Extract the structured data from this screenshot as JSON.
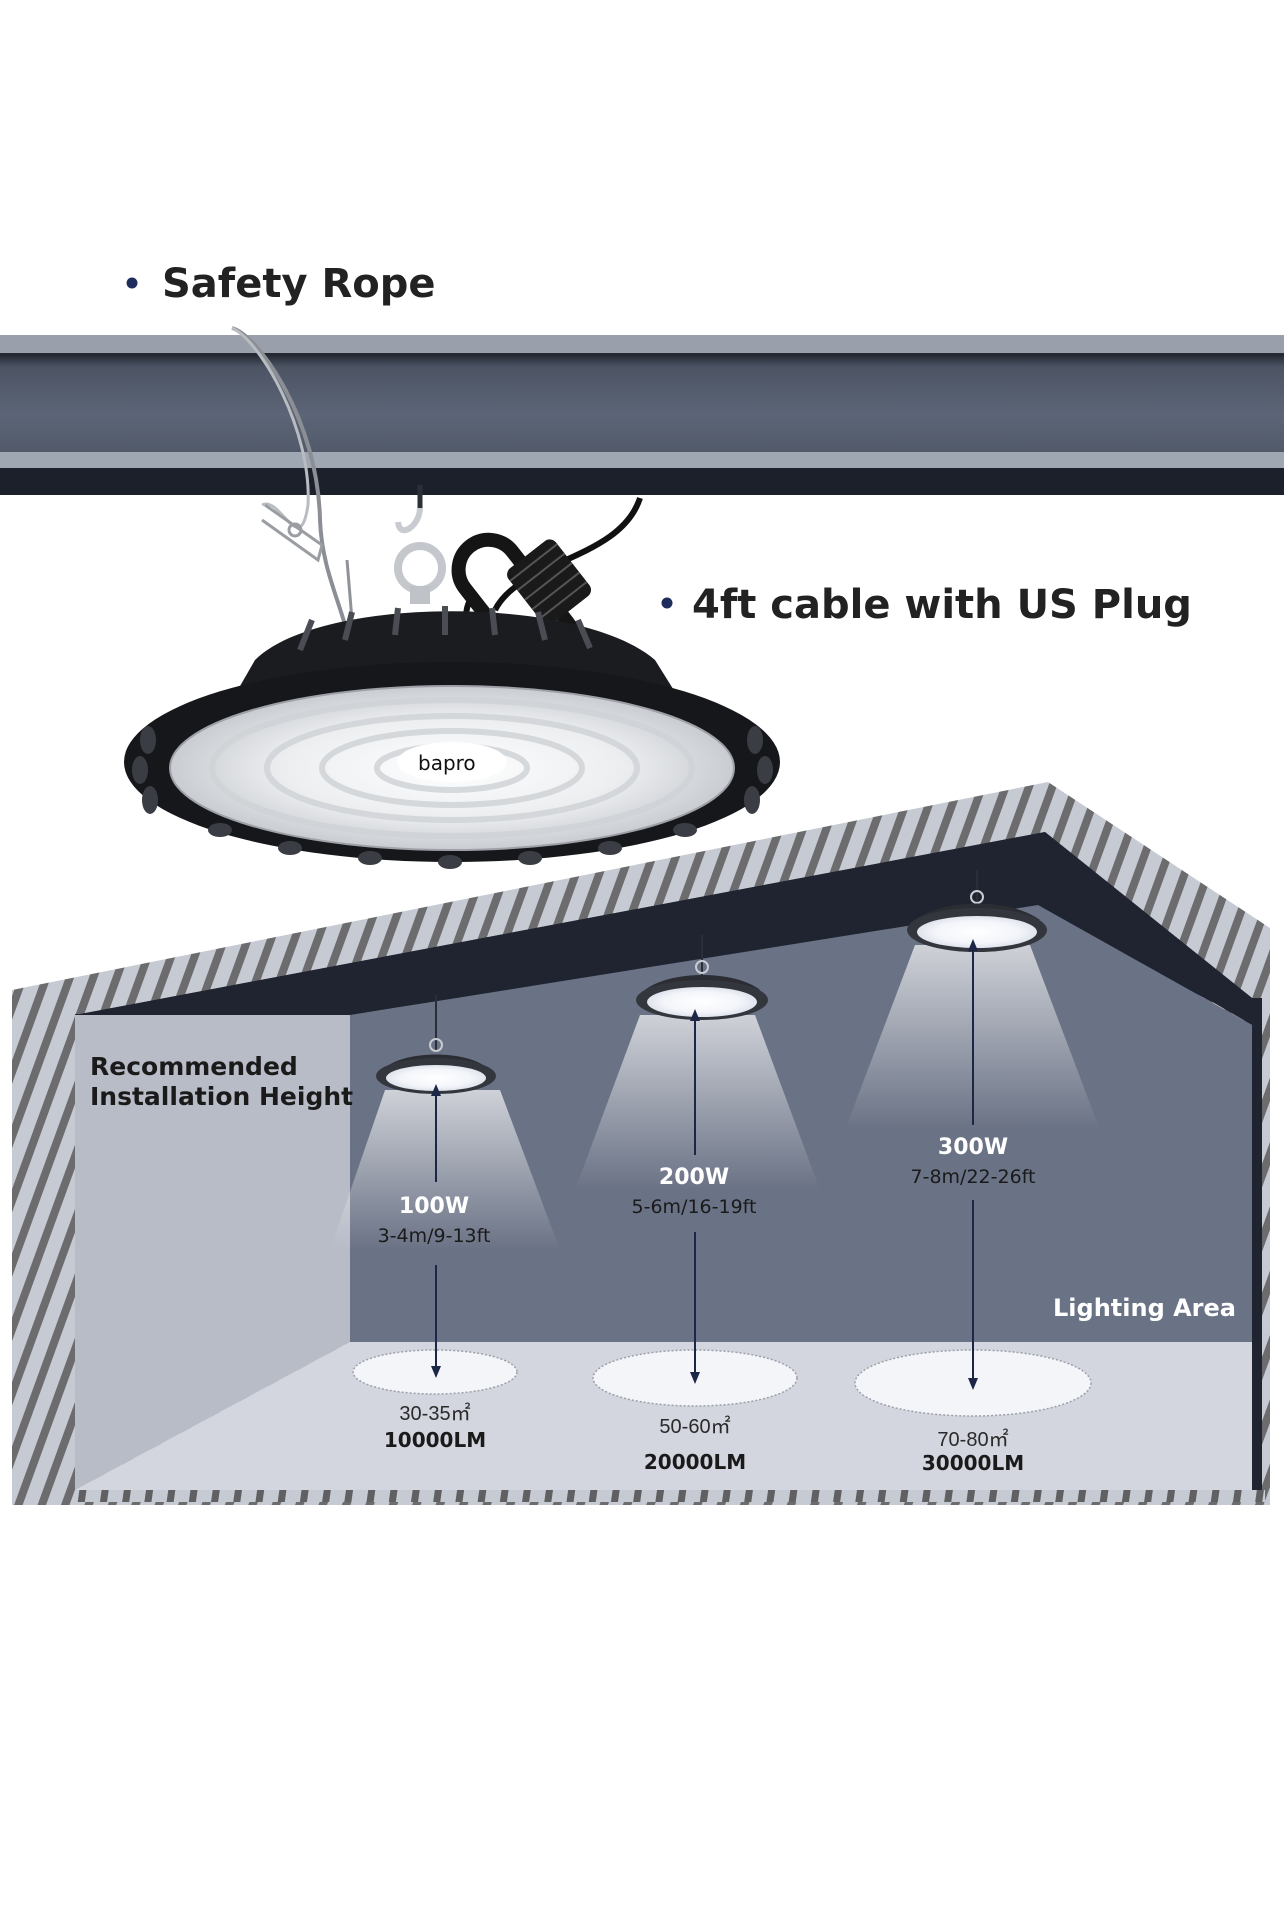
{
  "features": {
    "safety_rope": {
      "bullet": "•",
      "label": "Safety Rope"
    },
    "cable": {
      "bullet": "•",
      "label": "4ft cable with US Plug"
    }
  },
  "brand": {
    "logo_text": "bapro"
  },
  "installation": {
    "title_line1": "Recommended",
    "title_line2": "Installation Height",
    "lighting_area_label": "Lighting Area",
    "models": [
      {
        "wattage": "100W",
        "height": "3-4m/9-13ft",
        "area": "30-35㎡",
        "lumens": "10000LM"
      },
      {
        "wattage": "200W",
        "height": "5-6m/16-19ft",
        "area": "50-60㎡",
        "lumens": "20000LM"
      },
      {
        "wattage": "300W",
        "height": "7-8m/22-26ft",
        "area": "70-80㎡",
        "lumens": "30000LM"
      }
    ]
  },
  "colors": {
    "bullet": "#1f2d5c",
    "text_dark": "#222222",
    "beam_dark": "#1d2230",
    "beam_mid": "#5a6272",
    "beam_light": "#9aa2ae",
    "back_wall": "#6a7285",
    "side_wall": "#b8bcc7",
    "floor": "#d3d6df",
    "ceiling": "#1f2430",
    "stripe_dark": "#6b6b6b",
    "stripe_light": "#c4c8d0",
    "arrow": "#1c2647",
    "spot": "#f4f5f8"
  }
}
